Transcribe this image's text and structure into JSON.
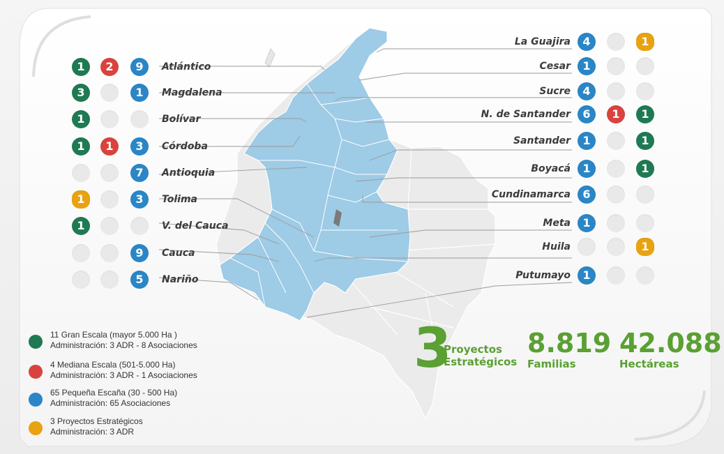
{
  "colors": {
    "gran_escala": "#1f7a53",
    "mediana_escala": "#d9433f",
    "pequena_escala": "#2a86c6",
    "estrategicos": "#e8a212",
    "map_highlight": "#9ecbe6",
    "map_base": "#ebebeb",
    "stats_green": "#5aa033"
  },
  "left_departments": [
    {
      "name": "Atlántico",
      "gran": "1",
      "mediana": "2",
      "pequena": "9"
    },
    {
      "name": "Magdalena",
      "gran": "3",
      "mediana": "",
      "pequena": "1"
    },
    {
      "name": "Bolívar",
      "gran": "1",
      "mediana": "",
      "pequena": ""
    },
    {
      "name": "Córdoba",
      "gran": "1",
      "mediana": "1",
      "pequena": "3"
    },
    {
      "name": "Antioquia",
      "gran": "",
      "mediana": "",
      "pequena": "7"
    },
    {
      "name": "Tolima",
      "gran": "",
      "mediana": "",
      "pequena": "3",
      "estrategicos": "1"
    },
    {
      "name": "V. del Cauca",
      "gran": "1",
      "mediana": "",
      "pequena": ""
    },
    {
      "name": "Cauca",
      "gran": "",
      "mediana": "",
      "pequena": "9"
    },
    {
      "name": "Nariño",
      "gran": "",
      "mediana": "",
      "pequena": "5"
    }
  ],
  "right_departments": [
    {
      "name": "La Guajira",
      "pequena": "4",
      "mediana": "",
      "third": "1",
      "third_type": "estrategicos"
    },
    {
      "name": "Cesar",
      "pequena": "1",
      "mediana": "",
      "third": "",
      "third_type": ""
    },
    {
      "name": "Sucre",
      "pequena": "4",
      "mediana": "",
      "third": "",
      "third_type": ""
    },
    {
      "name": "N. de Santander",
      "pequena": "6",
      "mediana": "1",
      "third": "1",
      "third_type": "gran"
    },
    {
      "name": "Santander",
      "pequena": "1",
      "mediana": "",
      "third": "1",
      "third_type": "gran"
    },
    {
      "name": "Boyacá",
      "pequena": "1",
      "mediana": "",
      "third": "1",
      "third_type": "gran"
    },
    {
      "name": "Cundinamarca",
      "pequena": "6",
      "mediana": "",
      "third": "",
      "third_type": ""
    },
    {
      "name": "Meta",
      "pequena": "1",
      "mediana": "",
      "third": "",
      "third_type": ""
    },
    {
      "name": "Huila",
      "pequena": "",
      "mediana": "",
      "third": "1",
      "third_type": "estrategicos"
    },
    {
      "name": "Putumayo",
      "pequena": "1",
      "mediana": "",
      "third": "",
      "third_type": ""
    }
  ],
  "legend": [
    {
      "key": "gran",
      "line1": "11 Gran  Escala (mayor 5.000 Ha )",
      "line2": "Administración: 3 ADR - 8 Asociaciones"
    },
    {
      "key": "mediana",
      "line1": "4 Mediana Escala (501-5.000 Ha)",
      "line2": "Administración: 3 ADR - 1 Asociaciones"
    },
    {
      "key": "pequena",
      "line1": "65 Pequeña Escaña (30 - 500 Ha)",
      "line2": "Administración: 65 Asociaciones"
    },
    {
      "key": "estrategicos",
      "line1": "3 Proyectos Estratégicos",
      "line2": "Administración: 3 ADR"
    }
  ],
  "stats": {
    "proyectos_number": "3",
    "proyectos_label_1": "Proyectos",
    "proyectos_label_2": "Estratégicos",
    "familias_number": "8.819",
    "familias_label": "Familias",
    "hectareas_number": "42.088",
    "hectareas_label": "Hectáreas"
  }
}
